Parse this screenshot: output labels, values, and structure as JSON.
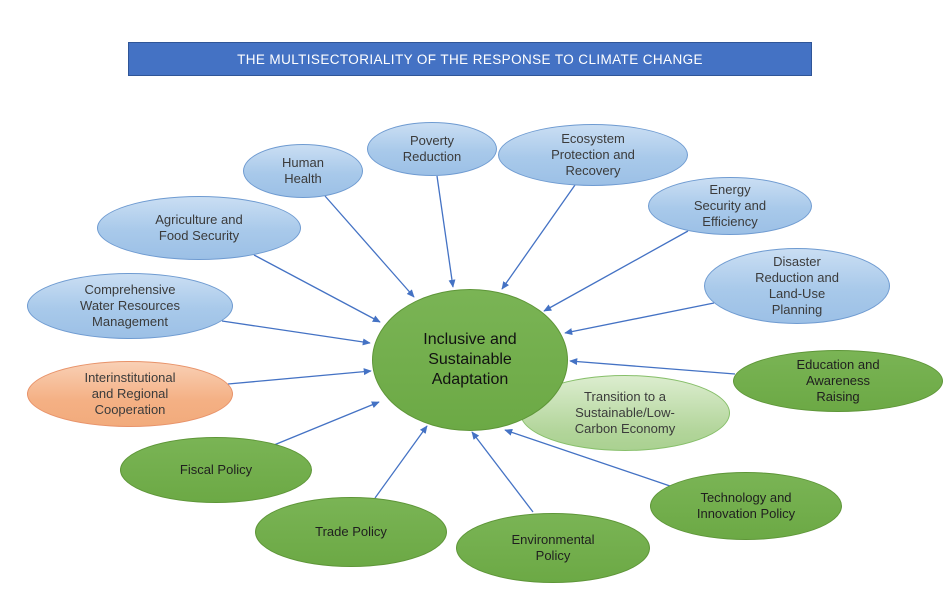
{
  "title_banner": {
    "text": "THE MULTISECTORIALITY OF THE RESPONSE TO CLIMATE CHANGE"
  },
  "colors": {
    "banner_fill": "#4472C4",
    "banner_border": "#2F5597",
    "arrow": "#4472C4",
    "blue_node_fill": "#A8C9EA",
    "green_node_fill": "#70AD47",
    "light_green_node_fill": "#B2D59A",
    "orange_node_fill": "#F4B084",
    "text_dark": "#3B3B3B"
  },
  "diagram": {
    "center": {
      "label": "Inclusive and Sustainable Adaptation",
      "category": "green"
    },
    "nodes": [
      {
        "label": "Human Health",
        "category": "blue"
      },
      {
        "label": "Poverty Reduction",
        "category": "blue"
      },
      {
        "label": "Ecosystem Protection and Recovery",
        "category": "blue"
      },
      {
        "label": "Energy Security and Efficiency",
        "category": "blue"
      },
      {
        "label": "Disaster Reduction and Land-Use Planning",
        "category": "blue"
      },
      {
        "label": "Education and Awareness Raising",
        "category": "green"
      },
      {
        "label": "Transition to a Sustainable/Low-Carbon Economy",
        "category": "light-green"
      },
      {
        "label": "Agriculture and Food Security",
        "category": "blue"
      },
      {
        "label": "Comprehensive Water Resources Management",
        "category": "blue"
      },
      {
        "label": "Interinstitutional and Regional Cooperation",
        "category": "orange"
      },
      {
        "label": "Fiscal Policy",
        "category": "green"
      },
      {
        "label": "Trade Policy",
        "category": "green"
      },
      {
        "label": "Environmental Policy",
        "category": "green"
      },
      {
        "label": "Technology and Innovation Policy",
        "category": "green"
      }
    ]
  }
}
